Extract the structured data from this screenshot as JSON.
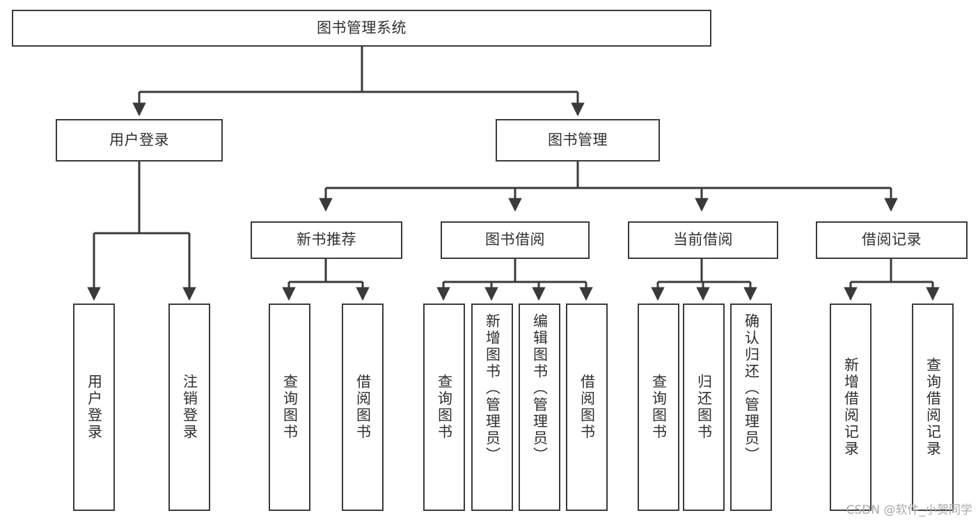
{
  "diagram": {
    "title": "图书管理系统",
    "watermark": "CSDN @软件_小贺同学",
    "stroke_color": "#3a3a3a",
    "text_color": "#2f2f2f",
    "background_color": "#ffffff",
    "levels": {
      "root": {
        "label": "图书管理系统"
      },
      "level2": [
        {
          "label": "用户登录"
        },
        {
          "label": "图书管理"
        }
      ],
      "level3": [
        {
          "label": "新书推荐"
        },
        {
          "label": "图书借阅"
        },
        {
          "label": "当前借阅"
        },
        {
          "label": "借阅记录"
        }
      ],
      "leaves": [
        {
          "label": "用户登录",
          "parent": "用户登录"
        },
        {
          "label": "注销登录",
          "parent": "用户登录"
        },
        {
          "label": "查询图书",
          "parent": "新书推荐"
        },
        {
          "label": "借阅图书",
          "parent": "新书推荐"
        },
        {
          "label": "查询图书",
          "parent": "图书借阅"
        },
        {
          "label": "新增图书（管理员）",
          "parent": "图书借阅"
        },
        {
          "label": "编辑图书（管理员）",
          "parent": "图书借阅"
        },
        {
          "label": "借阅图书",
          "parent": "图书借阅"
        },
        {
          "label": "查询图书",
          "parent": "当前借阅"
        },
        {
          "label": "归还图书",
          "parent": "当前借阅"
        },
        {
          "label": "确认归还（管理员）",
          "parent": "当前借阅"
        },
        {
          "label": "新增借阅记录",
          "parent": "借阅记录"
        },
        {
          "label": "查询借阅记录",
          "parent": "借阅记录"
        }
      ]
    }
  }
}
